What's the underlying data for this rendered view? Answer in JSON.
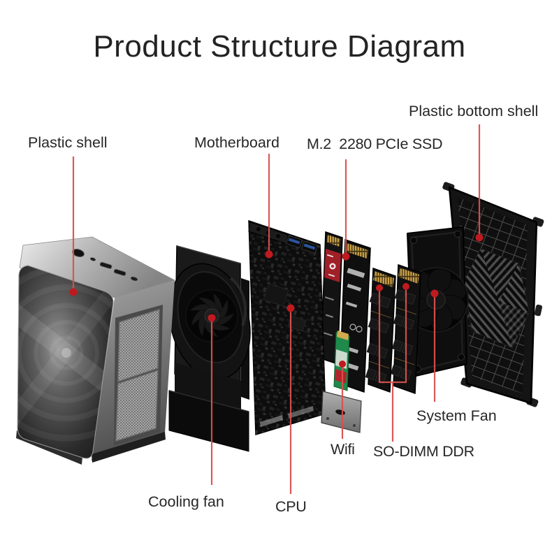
{
  "title": "Product Structure Diagram",
  "callouts": [
    {
      "id": "plastic-shell",
      "text": "Plastic shell"
    },
    {
      "id": "motherboard",
      "text": "Motherboard"
    },
    {
      "id": "m2-ssd",
      "text": "M.2  2280 PCIe SSD"
    },
    {
      "id": "plastic-bottom-shell",
      "text": "Plastic bottom shell"
    },
    {
      "id": "system-fan",
      "text": "System Fan"
    },
    {
      "id": "wifi",
      "text": "Wifi"
    },
    {
      "id": "so-dimm",
      "text": "SO-DIMM DDR"
    },
    {
      "id": "cooling-fan",
      "text": "Cooling fan"
    },
    {
      "id": "cpu",
      "text": "CPU"
    }
  ],
  "colors": {
    "background": "#ffffff",
    "title_text": "#232323",
    "label_text": "#272727",
    "leader_line": "#d9514f",
    "leader_dot": "#bf1a1f",
    "case_metal": "#9c9c9c",
    "part_black": "#111111",
    "wifi_green": "#1f8a4b",
    "usb_blue": "#2b55a0",
    "connector_gold": "#d2a94e"
  }
}
